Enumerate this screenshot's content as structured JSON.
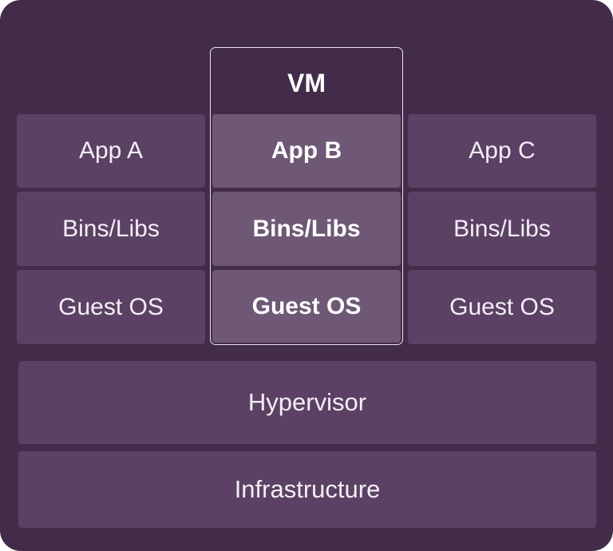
{
  "vm_label": "VM",
  "columns": [
    {
      "app": "App A",
      "bins": "Bins/Libs",
      "os": "Guest OS"
    },
    {
      "app": "App B",
      "bins": "Bins/Libs",
      "os": "Guest OS"
    },
    {
      "app": "App C",
      "bins": "Bins/Libs",
      "os": "Guest OS"
    }
  ],
  "hypervisor": "Hypervisor",
  "infrastructure": "Infrastructure",
  "colors": {
    "background": "#432c4a",
    "block": "#5b4163",
    "highlight_block": "#6e5875",
    "vm_border": "#e9e2ec",
    "text": "#f4eef6"
  }
}
